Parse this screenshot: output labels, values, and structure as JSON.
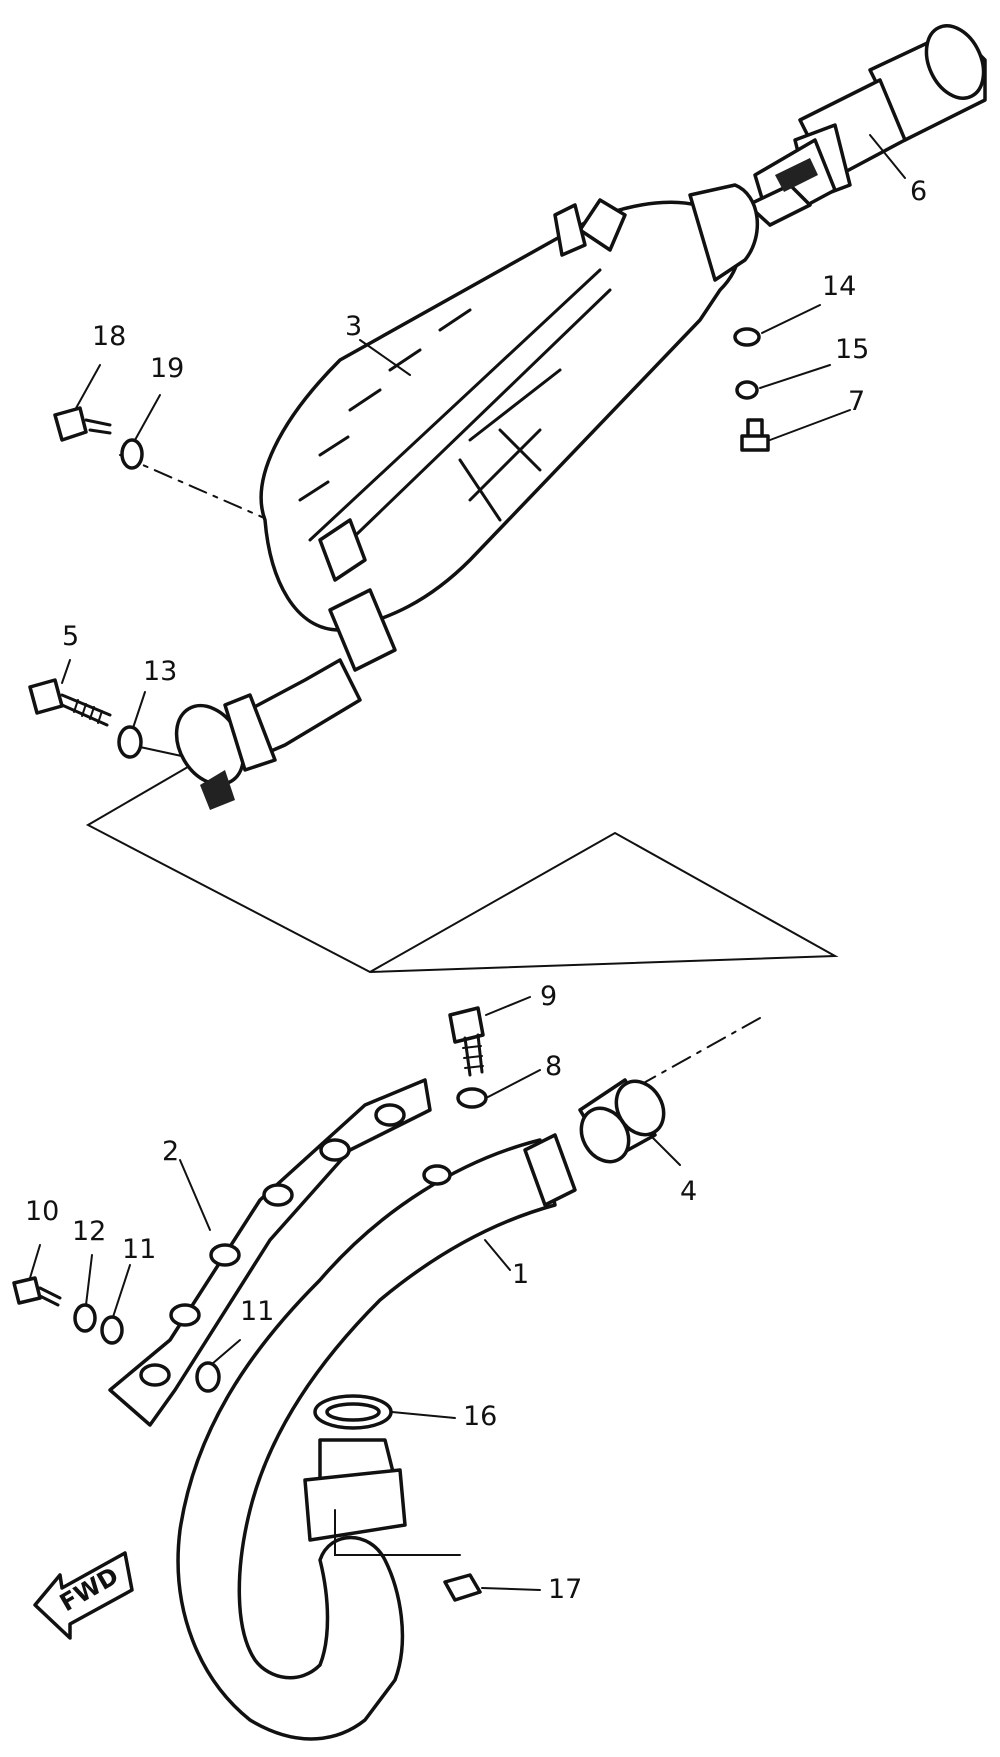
{
  "diagram": {
    "part_numbers": {
      "p1": "1",
      "p2": "2",
      "p3": "3",
      "p4": "4",
      "p5": "5",
      "p6": "6",
      "p7": "7",
      "p8": "8",
      "p9": "9",
      "p10": "10",
      "p11a": "11",
      "p11b": "11",
      "p12": "12",
      "p13": "13",
      "p14": "14",
      "p15": "15",
      "p16": "16",
      "p17": "17",
      "p18": "18",
      "p19": "19"
    },
    "direction_label": "FWD"
  }
}
